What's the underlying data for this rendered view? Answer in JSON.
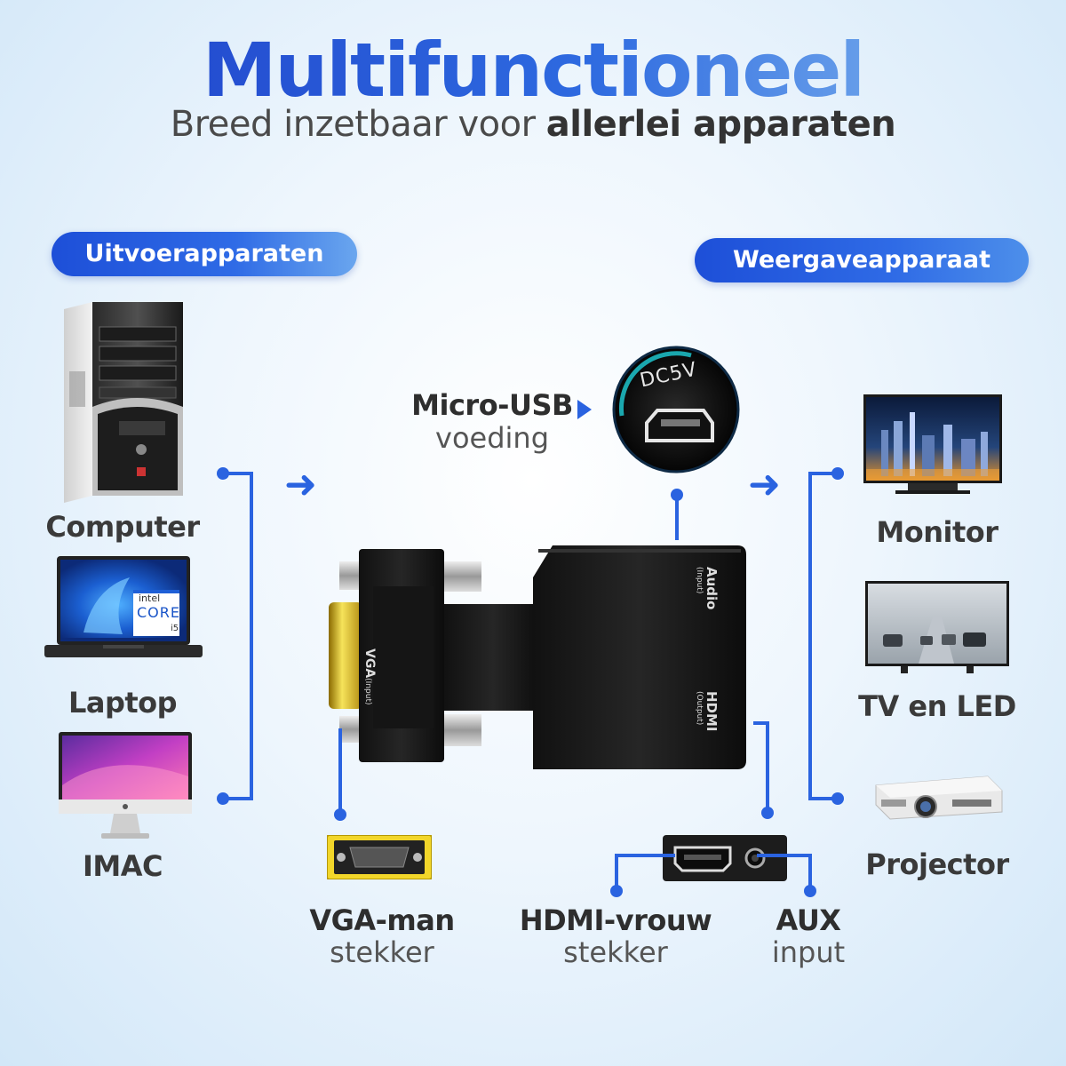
{
  "header": {
    "title": "Multifunctioneel",
    "subtitle_regular": "Breed inzetbaar voor ",
    "subtitle_bold": "allerlei apparaten"
  },
  "sections": {
    "left_pill": "Uitvoerapparaten",
    "right_pill": "Weergaveapparaat"
  },
  "inputs": [
    {
      "label": "Computer"
    },
    {
      "label": "Laptop"
    },
    {
      "label": "IMAC"
    }
  ],
  "outputs": [
    {
      "label": "Monitor"
    },
    {
      "label": "TV en LED"
    },
    {
      "label": "Projector"
    }
  ],
  "adapter": {
    "vga_port": "VGA",
    "vga_sub": "(Input)",
    "audio_port": "Audio",
    "audio_sub": "(Input)",
    "hdmi_port": "HDMI",
    "hdmi_sub": "(Output)",
    "power_text": "DC5V"
  },
  "callouts": {
    "usb_line1": "Micro-USB",
    "usb_line2": "voeding",
    "vga_line1": "VGA-man",
    "vga_line2": "stekker",
    "hdmi_line1": "HDMI-vrouw",
    "hdmi_line2": "stekker",
    "aux_line1": "AUX",
    "aux_line2": "input"
  },
  "laptop_badge": {
    "brand": "intel",
    "line": "CORE",
    "tier": "i5"
  },
  "icons": {
    "arrow": "right-arrow-icon",
    "play": "triangle-right-icon"
  },
  "colors": {
    "accent": "#2a63e0",
    "title_start": "#1f3fc8",
    "title_end": "#8ec2f0",
    "label_text": "#3a3a3a"
  }
}
